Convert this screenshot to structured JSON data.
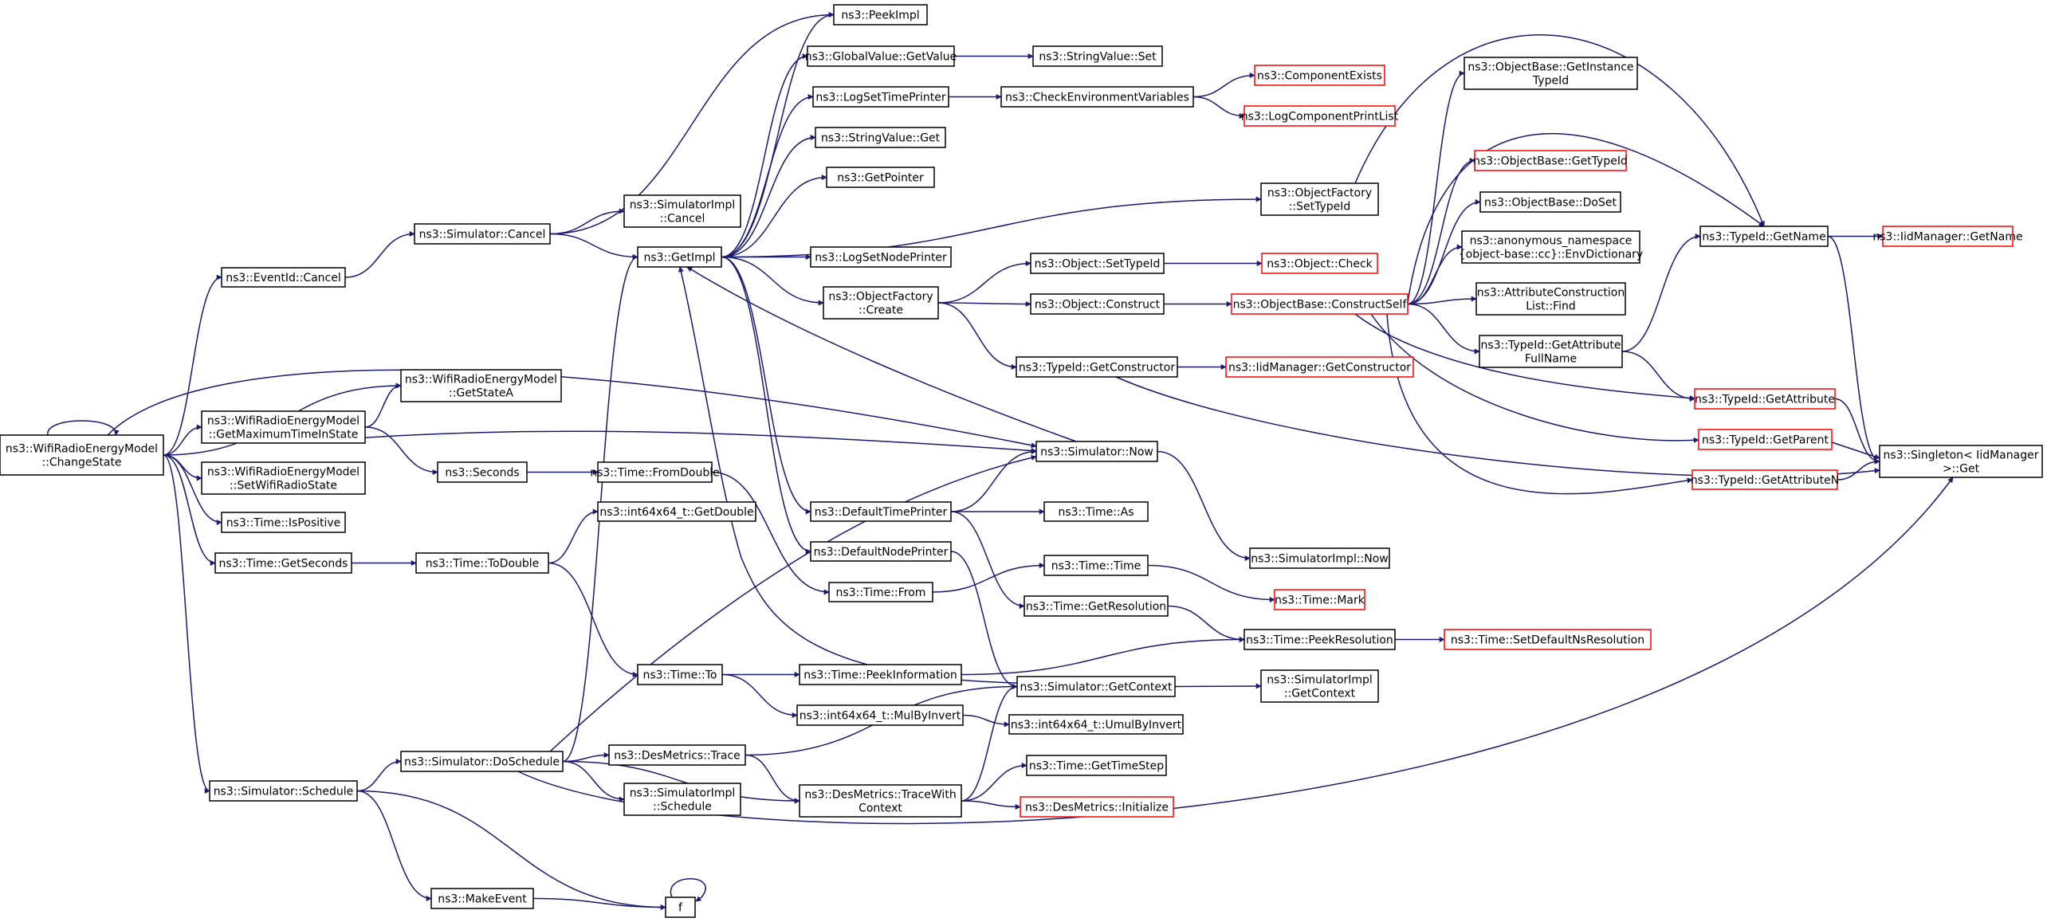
{
  "title": "",
  "colors": {
    "edge": "#191970",
    "node_border": "#000000",
    "node_border_undocumented": "#ff0000",
    "root_fill": "#bfbfbf",
    "node_fill": "#ffffff"
  },
  "nodes": [
    {
      "id": "changestate",
      "lines": [
        "ns3::WifiRadioEnergyModel",
        "::ChangeState"
      ],
      "border": "black",
      "root": true
    },
    {
      "id": "eventcancel",
      "lines": [
        "ns3::EventId::Cancel"
      ],
      "border": "black"
    },
    {
      "id": "getstatea",
      "lines": [
        "ns3::WifiRadioEnergyModel",
        "::GetStateA"
      ],
      "border": "black"
    },
    {
      "id": "getmaxtime",
      "lines": [
        "ns3::WifiRadioEnergyModel",
        "::GetMaximumTimeInState"
      ],
      "border": "black"
    },
    {
      "id": "setwifiradiostate",
      "lines": [
        "ns3::WifiRadioEnergyModel",
        "::SetWifiRadioState"
      ],
      "border": "black"
    },
    {
      "id": "ispositive",
      "lines": [
        "ns3::Time::IsPositive"
      ],
      "border": "black"
    },
    {
      "id": "getseconds",
      "lines": [
        "ns3::Time::GetSeconds"
      ],
      "border": "black"
    },
    {
      "id": "schedule",
      "lines": [
        "ns3::Simulator::Schedule"
      ],
      "border": "black"
    },
    {
      "id": "simcancel",
      "lines": [
        "ns3::Simulator::Cancel"
      ],
      "border": "black"
    },
    {
      "id": "seconds",
      "lines": [
        "ns3::Seconds"
      ],
      "border": "black"
    },
    {
      "id": "todouble",
      "lines": [
        "ns3::Time::ToDouble"
      ],
      "border": "black"
    },
    {
      "id": "doschedule",
      "lines": [
        "ns3::Simulator::DoSchedule"
      ],
      "border": "black"
    },
    {
      "id": "makeevent",
      "lines": [
        "ns3::MakeEvent"
      ],
      "border": "black"
    },
    {
      "id": "implcancel",
      "lines": [
        "ns3::SimulatorImpl",
        "::Cancel"
      ],
      "border": "black"
    },
    {
      "id": "getimpl",
      "lines": [
        "ns3::GetImpl"
      ],
      "border": "black"
    },
    {
      "id": "fromdouble",
      "lines": [
        "ns3::Time::FromDouble"
      ],
      "border": "black"
    },
    {
      "id": "getdouble",
      "lines": [
        "ns3::int64x64_t::GetDouble"
      ],
      "border": "black"
    },
    {
      "id": "timeto",
      "lines": [
        "ns3::Time::To"
      ],
      "border": "black"
    },
    {
      "id": "mulbyinvert",
      "lines": [
        "ns3::int64x64_t::MulByInvert"
      ],
      "border": "black"
    },
    {
      "id": "desmetricstrace",
      "lines": [
        "ns3::DesMetrics::Trace"
      ],
      "border": "black"
    },
    {
      "id": "implschedule",
      "lines": [
        "ns3::SimulatorImpl",
        "::Schedule"
      ],
      "border": "black"
    },
    {
      "id": "f",
      "lines": [
        "f"
      ],
      "border": "black"
    },
    {
      "id": "peekimpl",
      "lines": [
        "ns3::PeekImpl"
      ],
      "border": "black"
    },
    {
      "id": "gvgetvalue",
      "lines": [
        "ns3::GlobalValue::GetValue"
      ],
      "border": "black"
    },
    {
      "id": "logsettimeprinter",
      "lines": [
        "ns3::LogSetTimePrinter"
      ],
      "border": "black"
    },
    {
      "id": "svget",
      "lines": [
        "ns3::StringValue::Get"
      ],
      "border": "black"
    },
    {
      "id": "getpointer",
      "lines": [
        "ns3::GetPointer"
      ],
      "border": "black"
    },
    {
      "id": "logsetnodeprinter",
      "lines": [
        "ns3::LogSetNodePrinter"
      ],
      "border": "black"
    },
    {
      "id": "ofcreate",
      "lines": [
        "ns3::ObjectFactory",
        "::Create"
      ],
      "border": "black"
    },
    {
      "id": "defaulttimeprinter",
      "lines": [
        "ns3::DefaultTimePrinter"
      ],
      "border": "black"
    },
    {
      "id": "defaultnodeprinter",
      "lines": [
        "ns3::DefaultNodePrinter"
      ],
      "border": "black"
    },
    {
      "id": "timefrom",
      "lines": [
        "ns3::Time::From"
      ],
      "border": "black"
    },
    {
      "id": "peekinfo",
      "lines": [
        "ns3::Time::PeekInformation"
      ],
      "border": "black"
    },
    {
      "id": "tracewithcontext",
      "lines": [
        "ns3::DesMetrics::TraceWith",
        "Context"
      ],
      "border": "black"
    },
    {
      "id": "svset",
      "lines": [
        "ns3::StringValue::Set"
      ],
      "border": "black"
    },
    {
      "id": "checkenv",
      "lines": [
        "ns3::CheckEnvironmentVariables"
      ],
      "border": "black"
    },
    {
      "id": "objsettypeid",
      "lines": [
        "ns3::Object::SetTypeId"
      ],
      "border": "black"
    },
    {
      "id": "objconstruct",
      "lines": [
        "ns3::Object::Construct"
      ],
      "border": "black"
    },
    {
      "id": "getconstructor",
      "lines": [
        "ns3::TypeId::GetConstructor"
      ],
      "border": "black"
    },
    {
      "id": "simnow",
      "lines": [
        "ns3::Simulator::Now"
      ],
      "border": "black"
    },
    {
      "id": "timeas",
      "lines": [
        "ns3::Time::As"
      ],
      "border": "black"
    },
    {
      "id": "timetime",
      "lines": [
        "ns3::Time::Time"
      ],
      "border": "black"
    },
    {
      "id": "getresolution",
      "lines": [
        "ns3::Time::GetResolution"
      ],
      "border": "black"
    },
    {
      "id": "getcontext",
      "lines": [
        "ns3::Simulator::GetContext"
      ],
      "border": "black"
    },
    {
      "id": "umulbyinvert",
      "lines": [
        "ns3::int64x64_t::UmulByInvert"
      ],
      "border": "black"
    },
    {
      "id": "gettimestep",
      "lines": [
        "ns3::Time::GetTimeStep"
      ],
      "border": "black"
    },
    {
      "id": "desinit",
      "lines": [
        "ns3::DesMetrics::Initialize"
      ],
      "border": "red"
    },
    {
      "id": "ofsettypeid",
      "lines": [
        "ns3::ObjectFactory",
        "::SetTypeId"
      ],
      "border": "black"
    },
    {
      "id": "objcheck",
      "lines": [
        "ns3::Object::Check"
      ],
      "border": "red"
    },
    {
      "id": "constructself",
      "lines": [
        "ns3::ObjectBase::ConstructSelf"
      ],
      "border": "red"
    },
    {
      "id": "iidgetconstructor",
      "lines": [
        "ns3::IidManager::GetConstructor"
      ],
      "border": "red"
    },
    {
      "id": "implnow",
      "lines": [
        "ns3::SimulatorImpl::Now"
      ],
      "border": "black"
    },
    {
      "id": "timemark",
      "lines": [
        "ns3::Time::Mark"
      ],
      "border": "red"
    },
    {
      "id": "peekresolution",
      "lines": [
        "ns3::Time::PeekResolution"
      ],
      "border": "black"
    },
    {
      "id": "implgetcontext",
      "lines": [
        "ns3::SimulatorImpl",
        "::GetContext"
      ],
      "border": "black"
    },
    {
      "id": "componentexists",
      "lines": [
        "ns3::ComponentExists"
      ],
      "border": "red"
    },
    {
      "id": "logcomponentprintlist",
      "lines": [
        "ns3::LogComponentPrintList"
      ],
      "border": "red"
    },
    {
      "id": "setdefaultnsres",
      "lines": [
        "ns3::Time::SetDefaultNsResolution"
      ],
      "border": "red"
    },
    {
      "id": "getinstancetypeid",
      "lines": [
        "ns3::ObjectBase::GetInstance",
        "TypeId"
      ],
      "border": "black"
    },
    {
      "id": "obgettypeid",
      "lines": [
        "ns3::ObjectBase::GetTypeId"
      ],
      "border": "red"
    },
    {
      "id": "obdoset",
      "lines": [
        "ns3::ObjectBase::DoSet"
      ],
      "border": "black"
    },
    {
      "id": "envdictionary",
      "lines": [
        "ns3::anonymous_namespace",
        "{object-base::cc}::EnvDictionary"
      ],
      "border": "black"
    },
    {
      "id": "acllistfind",
      "lines": [
        "ns3::AttributeConstruction",
        "List::Find"
      ],
      "border": "black"
    },
    {
      "id": "getattributefullname",
      "lines": [
        "ns3::TypeId::GetAttribute",
        "FullName"
      ],
      "border": "black"
    },
    {
      "id": "tidgetname",
      "lines": [
        "ns3::TypeId::GetName"
      ],
      "border": "black"
    },
    {
      "id": "tidgetattribute",
      "lines": [
        "ns3::TypeId::GetAttribute"
      ],
      "border": "red"
    },
    {
      "id": "tidgetparent",
      "lines": [
        "ns3::TypeId::GetParent"
      ],
      "border": "red"
    },
    {
      "id": "tidgetattributen",
      "lines": [
        "ns3::TypeId::GetAttributeN"
      ],
      "border": "red"
    },
    {
      "id": "iidgetname",
      "lines": [
        "ns3::IidManager::GetName"
      ],
      "border": "red"
    },
    {
      "id": "singletonget",
      "lines": [
        "ns3::Singleton< IidManager",
        " >::Get"
      ],
      "border": "black"
    }
  ],
  "edges": [
    [
      "changestate",
      "changestate"
    ],
    [
      "changestate",
      "eventcancel"
    ],
    [
      "changestate",
      "getstatea"
    ],
    [
      "changestate",
      "getmaxtime"
    ],
    [
      "changestate",
      "setwifiradiostate"
    ],
    [
      "changestate",
      "ispositive"
    ],
    [
      "changestate",
      "getseconds"
    ],
    [
      "changestate",
      "schedule"
    ],
    [
      "changestate",
      "simnow"
    ],
    [
      "eventcancel",
      "simcancel"
    ],
    [
      "getmaxtime",
      "getstatea"
    ],
    [
      "getmaxtime",
      "seconds"
    ],
    [
      "getmaxtime",
      "simnow"
    ],
    [
      "getseconds",
      "todouble"
    ],
    [
      "schedule",
      "doschedule"
    ],
    [
      "schedule",
      "makeevent"
    ],
    [
      "schedule",
      "f"
    ],
    [
      "simcancel",
      "implcancel"
    ],
    [
      "simcancel",
      "getimpl"
    ],
    [
      "simcancel",
      "peekimpl"
    ],
    [
      "seconds",
      "fromdouble"
    ],
    [
      "todouble",
      "getdouble"
    ],
    [
      "todouble",
      "timeto"
    ],
    [
      "doschedule",
      "getimpl"
    ],
    [
      "doschedule",
      "desmetricstrace"
    ],
    [
      "doschedule",
      "implschedule"
    ],
    [
      "doschedule",
      "simnow"
    ],
    [
      "doschedule",
      "tracewithcontext"
    ],
    [
      "doschedule",
      "singletonget"
    ],
    [
      "makeevent",
      "f"
    ],
    [
      "f",
      "f"
    ],
    [
      "getimpl",
      "peekimpl"
    ],
    [
      "getimpl",
      "gvgetvalue"
    ],
    [
      "getimpl",
      "logsettimeprinter"
    ],
    [
      "getimpl",
      "svget"
    ],
    [
      "getimpl",
      "getpointer"
    ],
    [
      "getimpl",
      "logsetnodeprinter"
    ],
    [
      "getimpl",
      "ofcreate"
    ],
    [
      "getimpl",
      "ofsettypeid"
    ],
    [
      "getimpl",
      "defaulttimeprinter"
    ],
    [
      "getimpl",
      "defaultnodeprinter"
    ],
    [
      "fromdouble",
      "timefrom"
    ],
    [
      "timeto",
      "peekinfo"
    ],
    [
      "timeto",
      "mulbyinvert"
    ],
    [
      "mulbyinvert",
      "umulbyinvert"
    ],
    [
      "desmetricstrace",
      "getcontext"
    ],
    [
      "desmetricstrace",
      "tracewithcontext"
    ],
    [
      "gvgetvalue",
      "svset"
    ],
    [
      "logsettimeprinter",
      "checkenv"
    ],
    [
      "ofcreate",
      "objsettypeid"
    ],
    [
      "ofcreate",
      "objconstruct"
    ],
    [
      "ofcreate",
      "getconstructor"
    ],
    [
      "defaulttimeprinter",
      "simnow"
    ],
    [
      "defaulttimeprinter",
      "timeas"
    ],
    [
      "defaulttimeprinter",
      "getresolution"
    ],
    [
      "defaultnodeprinter",
      "getcontext"
    ],
    [
      "timefrom",
      "timetime"
    ],
    [
      "peekinfo",
      "peekresolution"
    ],
    [
      "tracewithcontext",
      "getcontext"
    ],
    [
      "tracewithcontext",
      "gettimestep"
    ],
    [
      "tracewithcontext",
      "desinit"
    ],
    [
      "checkenv",
      "componentexists"
    ],
    [
      "checkenv",
      "logcomponentprintlist"
    ],
    [
      "objsettypeid",
      "objcheck"
    ],
    [
      "objconstruct",
      "constructself"
    ],
    [
      "getconstructor",
      "iidgetconstructor"
    ],
    [
      "getconstructor",
      "singletonget"
    ],
    [
      "simnow",
      "getimpl"
    ],
    [
      "simnow",
      "implnow"
    ],
    [
      "timetime",
      "timemark"
    ],
    [
      "getresolution",
      "peekresolution"
    ],
    [
      "getcontext",
      "getimpl"
    ],
    [
      "getcontext",
      "implgetcontext"
    ],
    [
      "ofsettypeid",
      "tidgetname"
    ],
    [
      "constructself",
      "getinstancetypeid"
    ],
    [
      "constructself",
      "obgettypeid"
    ],
    [
      "constructself",
      "obdoset"
    ],
    [
      "constructself",
      "envdictionary"
    ],
    [
      "constructself",
      "acllistfind"
    ],
    [
      "constructself",
      "getattributefullname"
    ],
    [
      "constructself",
      "tidgetname"
    ],
    [
      "constructself",
      "tidgetattribute"
    ],
    [
      "constructself",
      "tidgetparent"
    ],
    [
      "constructself",
      "tidgetattributen"
    ],
    [
      "peekresolution",
      "setdefaultnsres"
    ],
    [
      "getattributefullname",
      "tidgetname"
    ],
    [
      "getattributefullname",
      "tidgetattribute"
    ],
    [
      "tidgetname",
      "iidgetname"
    ],
    [
      "tidgetname",
      "singletonget"
    ],
    [
      "tidgetattribute",
      "singletonget"
    ],
    [
      "tidgetparent",
      "singletonget"
    ],
    [
      "tidgetattributen",
      "singletonget"
    ]
  ]
}
